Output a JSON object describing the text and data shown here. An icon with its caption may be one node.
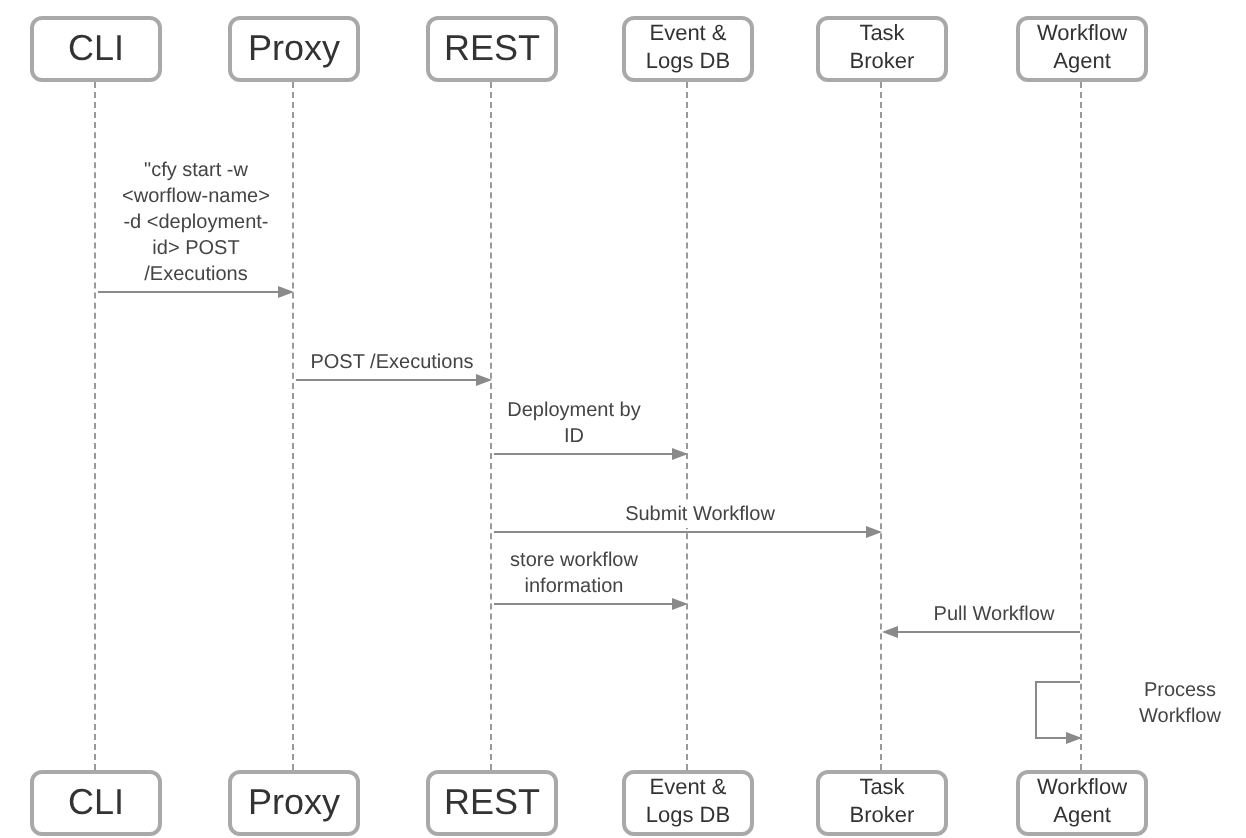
{
  "diagram": {
    "nodes": [
      {
        "text": [
          "CLI"
        ]
      },
      {
        "text": [
          "Proxy"
        ]
      },
      {
        "text": [
          "REST"
        ]
      },
      {
        "text": [
          "Event & Logs DB"
        ]
      },
      {
        "text": [
          "Task Broker"
        ]
      },
      {
        "text": [
          "Workflow Agent"
        ]
      },
      {
        "text": [],
        "shape": "bar"
      },
      {
        "text": [],
        "shape": "bar"
      },
      {
        "text": [],
        "shape": "bar"
      },
      {
        "text": [],
        "shape": "bar"
      },
      {
        "text": [],
        "shape": "bar"
      },
      {
        "text": [],
        "shape": "bar"
      },
      {
        "text": [
          "CLI"
        ]
      },
      {
        "text": [
          "Proxy"
        ]
      },
      {
        "text": [
          "REST"
        ]
      },
      {
        "text": [
          "Event & Logs DB"
        ]
      },
      {
        "text": [
          "Task Broker"
        ]
      },
      {
        "text": [
          "Workflow Agent"
        ]
      }
    ],
    "edges": [
      {
        "from": 6,
        "to": 7,
        "arrow": "to",
        "label": "\"cfy start -w <worflow-name> -d <deployment-id> POST /Executions"
      },
      {
        "from": 7,
        "to": 8,
        "arrow": "to",
        "label": "POST /Executions"
      },
      {
        "from": 8,
        "to": 9,
        "arrow": "to",
        "label": "Deployment by ID"
      },
      {
        "from": 8,
        "to": 10,
        "arrow": "to",
        "label": "Submit Workflow"
      },
      {
        "from": 8,
        "to": 9,
        "arrow": "to",
        "label": "store workflow information"
      },
      {
        "from": 11,
        "to": 10,
        "arrow": "to",
        "label": "Pull Workflow"
      },
      {
        "from": 11,
        "to": 11,
        "arrow": "to",
        "label": "Process Workflow"
      }
    ]
  }
}
